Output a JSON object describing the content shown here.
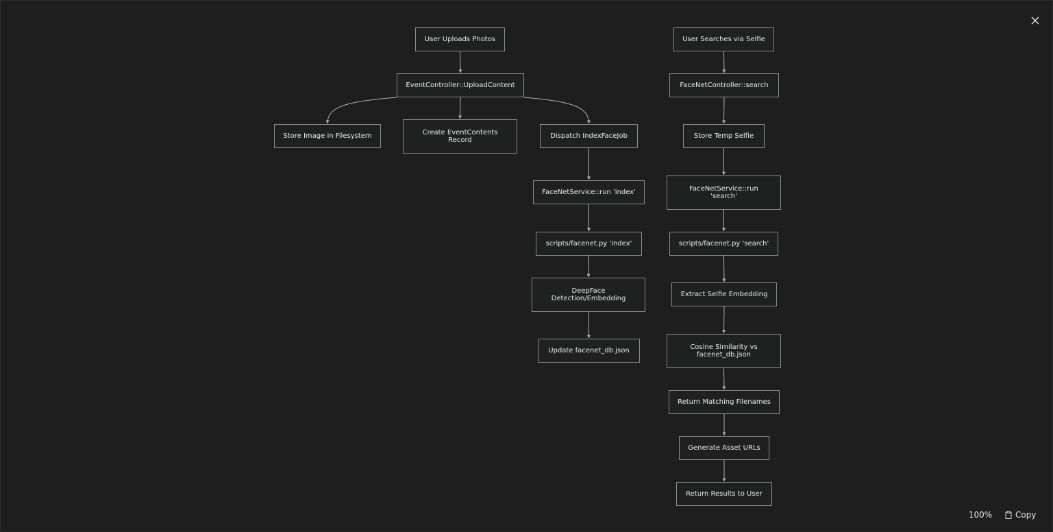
{
  "viewer": {
    "zoom_label": "100%",
    "copy_label": "Copy",
    "close_icon": "close-icon",
    "copy_icon": "clipboard-icon"
  },
  "colors": {
    "background": "#1e1e1e",
    "node_fill": "#1f2020",
    "node_stroke": "#8c8c8c",
    "edge": "#b0b0b0",
    "text": "#ececec"
  },
  "diagram": {
    "nodes": [
      {
        "id": "upload",
        "label": "User Uploads Photos"
      },
      {
        "id": "event_ctrl",
        "label": "EventController::UploadContent"
      },
      {
        "id": "store_img",
        "label": "Store Image in Filesystem"
      },
      {
        "id": "create_rec",
        "label": "Create EventContents\nRecord"
      },
      {
        "id": "dispatch",
        "label": "Dispatch IndexFaceJob"
      },
      {
        "id": "fn_index",
        "label": "FaceNetService::run 'index'"
      },
      {
        "id": "py_index",
        "label": "scripts/facenet.py 'index'"
      },
      {
        "id": "deepface",
        "label": "DeepFace\nDetection/Embedding"
      },
      {
        "id": "update_db",
        "label": "Update facenet_db.json"
      },
      {
        "id": "search_selfie",
        "label": "User Searches via Selfie"
      },
      {
        "id": "fn_ctrl",
        "label": "FaceNetController::search"
      },
      {
        "id": "temp_selfie",
        "label": "Store Temp Selfie"
      },
      {
        "id": "fn_search",
        "label": "FaceNetService::run\n'search'"
      },
      {
        "id": "py_search",
        "label": "scripts/facenet.py 'search'"
      },
      {
        "id": "extract",
        "label": "Extract Selfie Embedding"
      },
      {
        "id": "cosine",
        "label": "Cosine Similarity vs\nfacenet_db.json"
      },
      {
        "id": "return_match",
        "label": "Return Matching Filenames"
      },
      {
        "id": "gen_urls",
        "label": "Generate Asset URLs"
      },
      {
        "id": "return_res",
        "label": "Return Results to User"
      }
    ],
    "edges": [
      [
        "upload",
        "event_ctrl"
      ],
      [
        "event_ctrl",
        "store_img"
      ],
      [
        "event_ctrl",
        "create_rec"
      ],
      [
        "event_ctrl",
        "dispatch"
      ],
      [
        "dispatch",
        "fn_index"
      ],
      [
        "fn_index",
        "py_index"
      ],
      [
        "py_index",
        "deepface"
      ],
      [
        "deepface",
        "update_db"
      ],
      [
        "search_selfie",
        "fn_ctrl"
      ],
      [
        "fn_ctrl",
        "temp_selfie"
      ],
      [
        "temp_selfie",
        "fn_search"
      ],
      [
        "fn_search",
        "py_search"
      ],
      [
        "py_search",
        "extract"
      ],
      [
        "extract",
        "cosine"
      ],
      [
        "cosine",
        "return_match"
      ],
      [
        "return_match",
        "gen_urls"
      ],
      [
        "gen_urls",
        "return_res"
      ]
    ]
  }
}
